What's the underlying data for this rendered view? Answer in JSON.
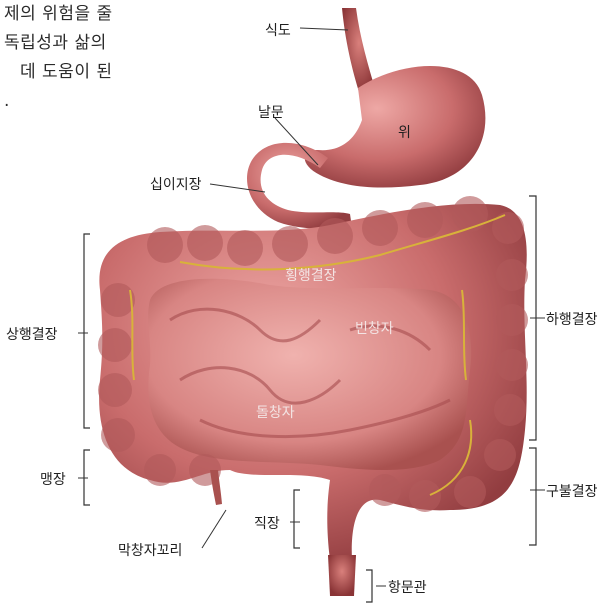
{
  "paragraph": [
    "제의 위험을 줄",
    "독립성과 삶의",
    "데 도움이 된",
    "."
  ],
  "labels": {
    "esophagus": "식도",
    "pylorus": "날문",
    "stomach": "위",
    "duodenum": "십이지장",
    "transverse_colon": "횡행결장",
    "jejunum": "빈창자",
    "ascending_colon": "상행결장",
    "descending_colon": "하행결장",
    "ileum": "돌창자",
    "cecum": "맹장",
    "sigmoid_colon": "구불결장",
    "rectum": "직장",
    "appendix": "막창자꼬리",
    "anal_canal": "항문관"
  },
  "colors": {
    "tissue": "#c76a6a",
    "tissue_dark": "#8f3b3d",
    "tissue_light": "#e9a3a0",
    "fat": "#d8b23a",
    "line": "#333333"
  }
}
